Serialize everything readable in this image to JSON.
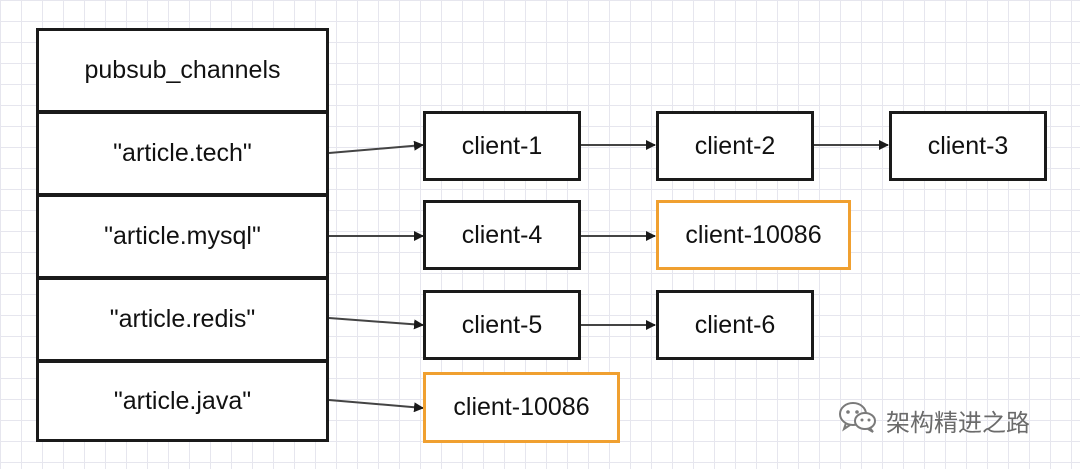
{
  "table": {
    "header": "pubsub_channels",
    "channels": [
      "\"article.tech\"",
      "\"article.mysql\"",
      "\"article.redis\"",
      "\"article.java\""
    ]
  },
  "clients": {
    "tech": [
      "client-1",
      "client-2",
      "client-3"
    ],
    "mysql": [
      "client-4",
      "client-10086"
    ],
    "redis": [
      "client-5",
      "client-6"
    ],
    "java": [
      "client-10086"
    ]
  },
  "colors": {
    "box_border": "#1a1a1a",
    "highlight_border": "#f0a030",
    "arrow": "#1a1a1a"
  },
  "watermark": {
    "icon": "wechat-icon",
    "text": "架构精进之路"
  }
}
